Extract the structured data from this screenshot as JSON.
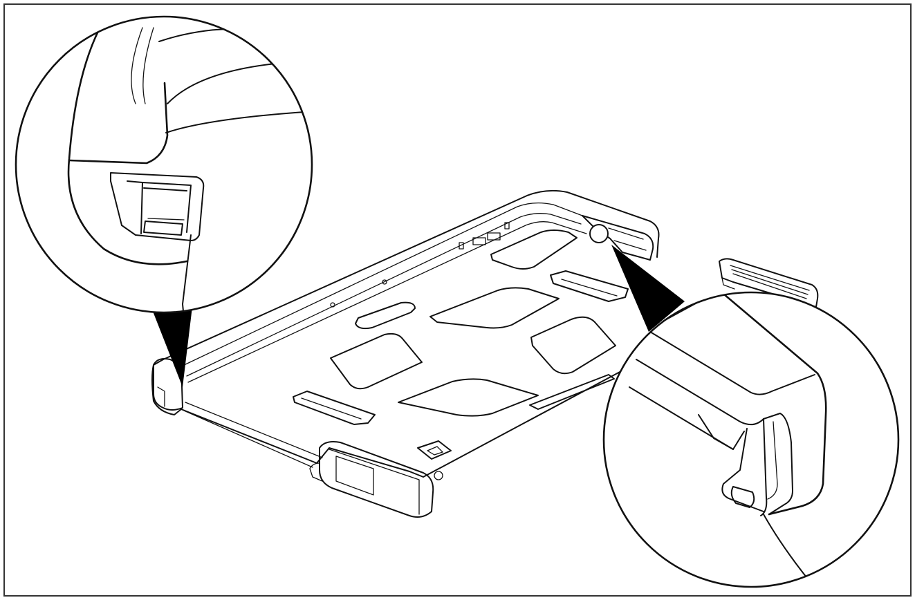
{
  "figure": {
    "border_color": "#333333",
    "line_color": "#111111",
    "background": "#ffffff"
  },
  "components": {
    "tray": "cradle-tray",
    "callout_left": "detail-callout-left",
    "callout_right": "detail-callout-right"
  }
}
